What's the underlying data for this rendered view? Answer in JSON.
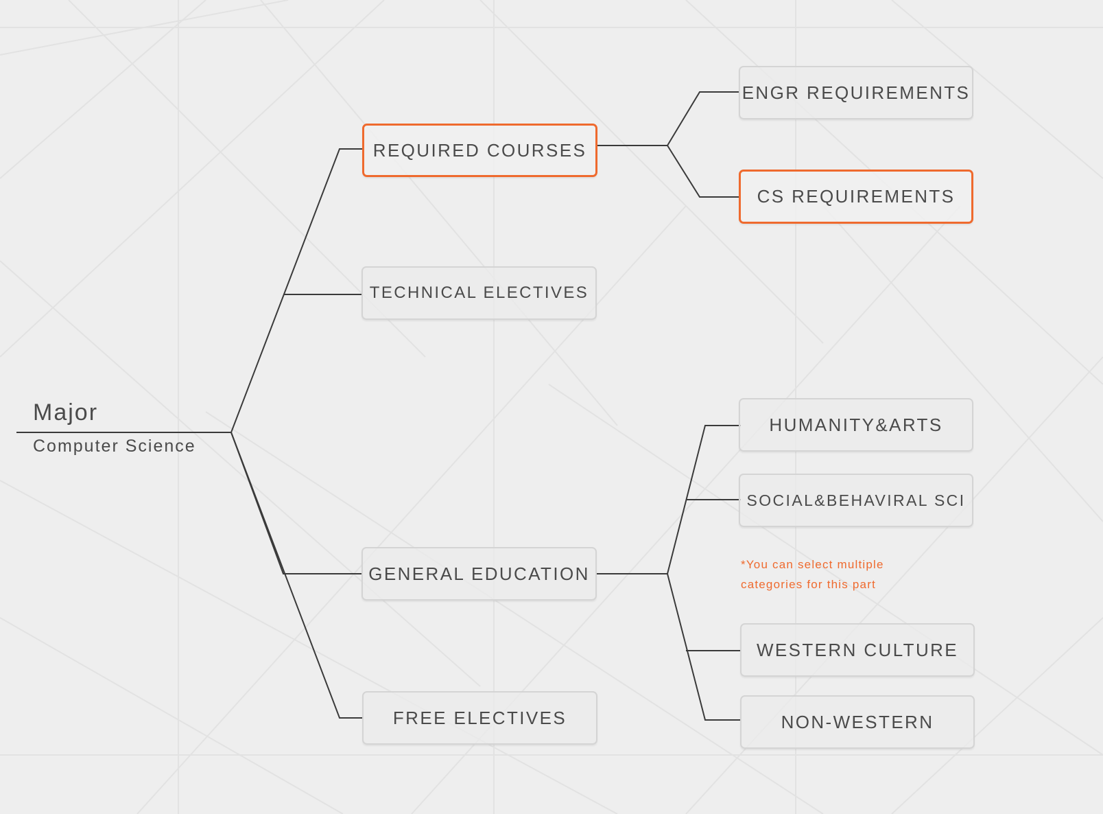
{
  "root": {
    "title": "Major",
    "subtitle": "Computer Science"
  },
  "level1": {
    "required_courses": "REQUIRED COURSES",
    "technical_electives": "TECHNICAL ELECTIVES",
    "general_education": "GENERAL EDUCATION",
    "free_electives": "FREE ELECTIVES"
  },
  "required_children": {
    "engr": "ENGR REQUIREMENTS",
    "cs": "CS REQUIREMENTS"
  },
  "gened_children": {
    "humanity": "HUMANITY&ARTS",
    "social": "SOCIAL&BEHAVIRAL SCI",
    "western": "WESTERN CULTURE",
    "non_western": "NON-WESTERN"
  },
  "note": {
    "line1": "*You can select multiple",
    "line2": "categories for this part"
  },
  "selected": [
    "required_courses",
    "cs_requirements"
  ],
  "colors": {
    "background": "#eeeeee",
    "accent": "#ef6a2e",
    "line": "#3a3a3a",
    "text": "#4a4a4a"
  }
}
